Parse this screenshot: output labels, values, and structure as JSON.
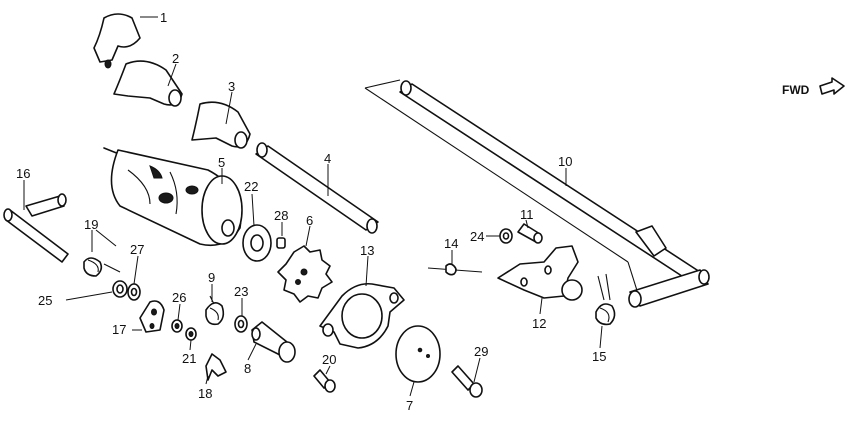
{
  "diagram": {
    "direction_label": "FWD",
    "callouts": [
      "1",
      "2",
      "3",
      "4",
      "5",
      "6",
      "7",
      "8",
      "9",
      "10",
      "11",
      "12",
      "13",
      "14",
      "15",
      "16",
      "17",
      "18",
      "19",
      "20",
      "21",
      "22",
      "23",
      "24",
      "25",
      "26",
      "27",
      "28",
      "29"
    ]
  }
}
